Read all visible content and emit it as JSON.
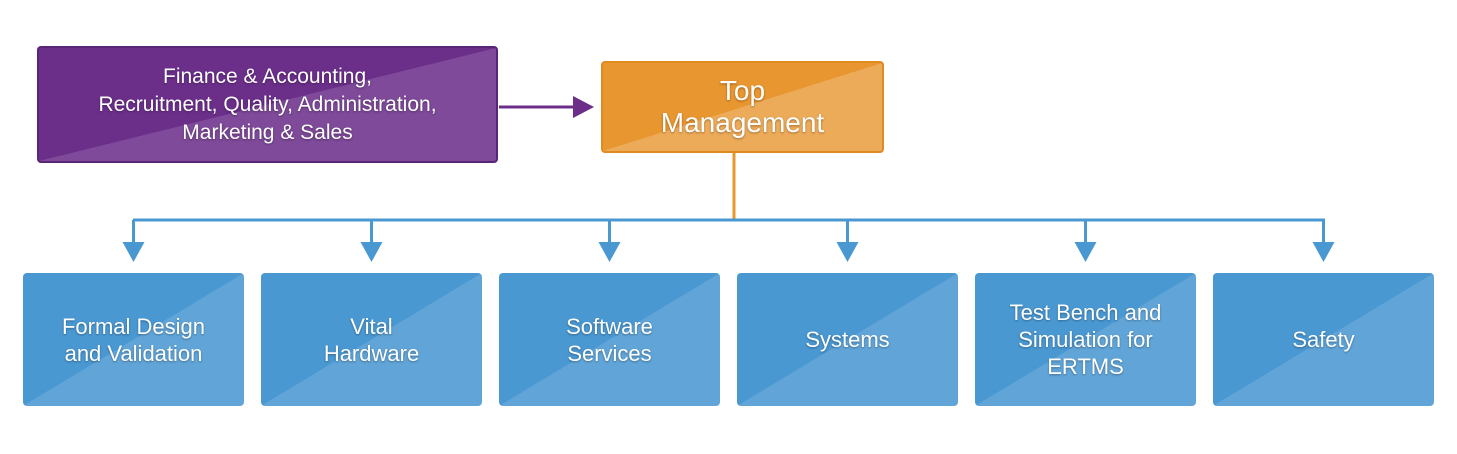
{
  "diagram": {
    "support_box": {
      "lines": [
        "Finance & Accounting,",
        "Recruitment, Quality, Administration,",
        "Marketing & Sales"
      ]
    },
    "top_box": {
      "lines": [
        "Top",
        "Management"
      ]
    },
    "departments": [
      {
        "lines": [
          "Formal Design",
          "and Validation"
        ]
      },
      {
        "lines": [
          "Vital",
          "Hardware"
        ]
      },
      {
        "lines": [
          "Software",
          "Services"
        ]
      },
      {
        "lines": [
          "Systems"
        ]
      },
      {
        "lines": [
          "Test Bench and",
          "Simulation for",
          "ERTMS"
        ]
      },
      {
        "lines": [
          "Safety"
        ]
      }
    ],
    "colors": {
      "purple": "#6b2f8a",
      "orange": "#e8962f",
      "blue": "#4a98d2",
      "connector_blue": "#4a98d2",
      "connector_orange": "#e8962f"
    }
  }
}
